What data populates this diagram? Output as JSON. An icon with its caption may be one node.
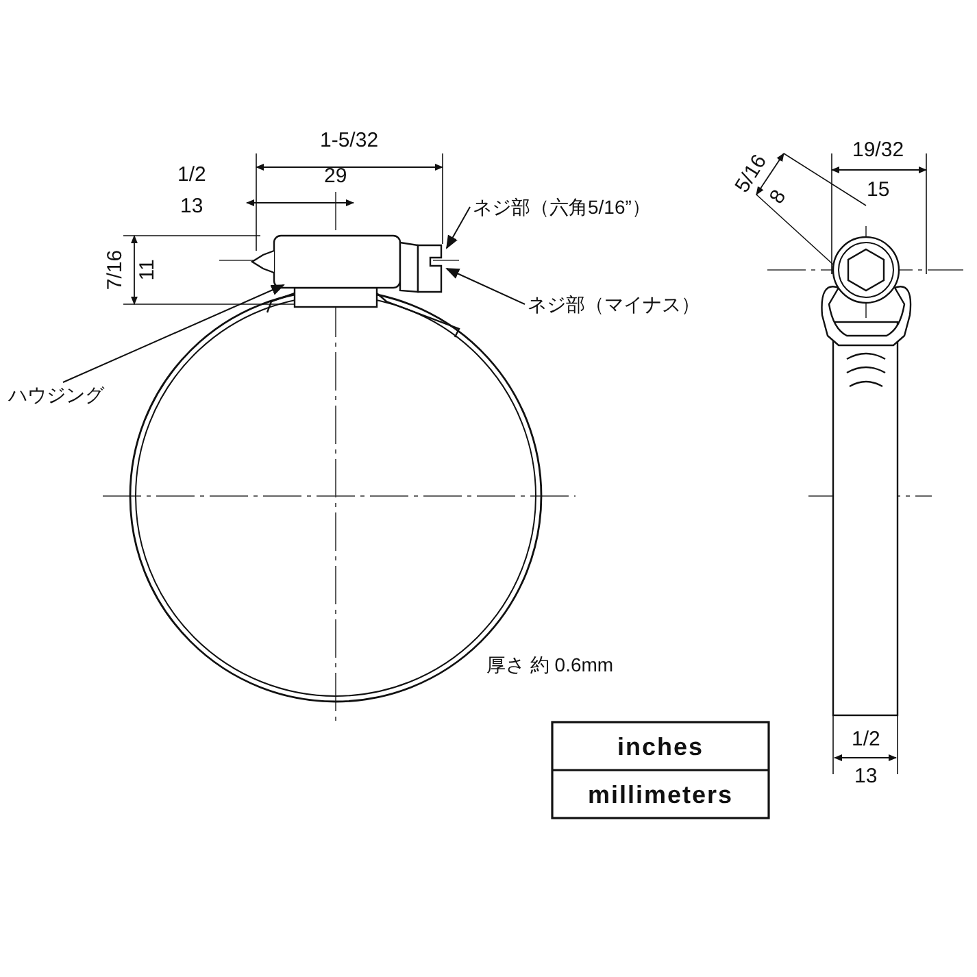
{
  "diagram": {
    "nodes": [
      {
        "text": [
          "ネジ部（六角5/16”）"
        ]
      },
      {
        "text": [
          "ネジ部（マイナス）"
        ]
      },
      {
        "text": [
          "ハウジング"
        ]
      }
    ],
    "edges": [
      {
        "from": 0,
        "to": null,
        "arrow": "to"
      },
      {
        "from": 1,
        "to": null,
        "arrow": "to"
      },
      {
        "from": 2,
        "to": null,
        "arrow": "to"
      }
    ],
    "labels": [
      "1-5/32",
      "29",
      "1/2",
      "13",
      "7/16",
      "11",
      "5/16",
      "8",
      "19/32",
      "15",
      "厚さ 約 0.6mm",
      "1/2",
      "13",
      "inches",
      "millimeters"
    ]
  }
}
